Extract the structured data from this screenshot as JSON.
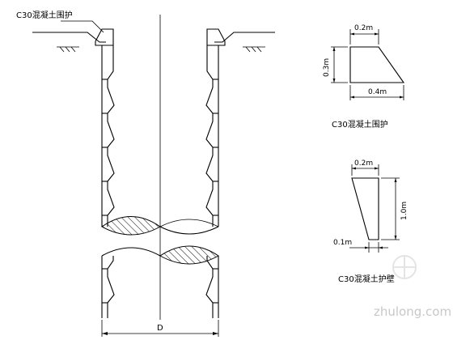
{
  "labels": {
    "ring_callout": "C30混凝土围护",
    "section_dimension": "D",
    "ring_caption": "C30混凝土围护",
    "wall_caption": "C30混凝土护壁"
  },
  "ring_detail": {
    "top_width": "0.2m",
    "height": "0.3m",
    "bottom_width": "0.4m"
  },
  "wall_detail": {
    "top_width": "0.2m",
    "height": "1.0m",
    "bottom_offset": "0.1m"
  },
  "watermark": {
    "text": "zhulong.com"
  }
}
